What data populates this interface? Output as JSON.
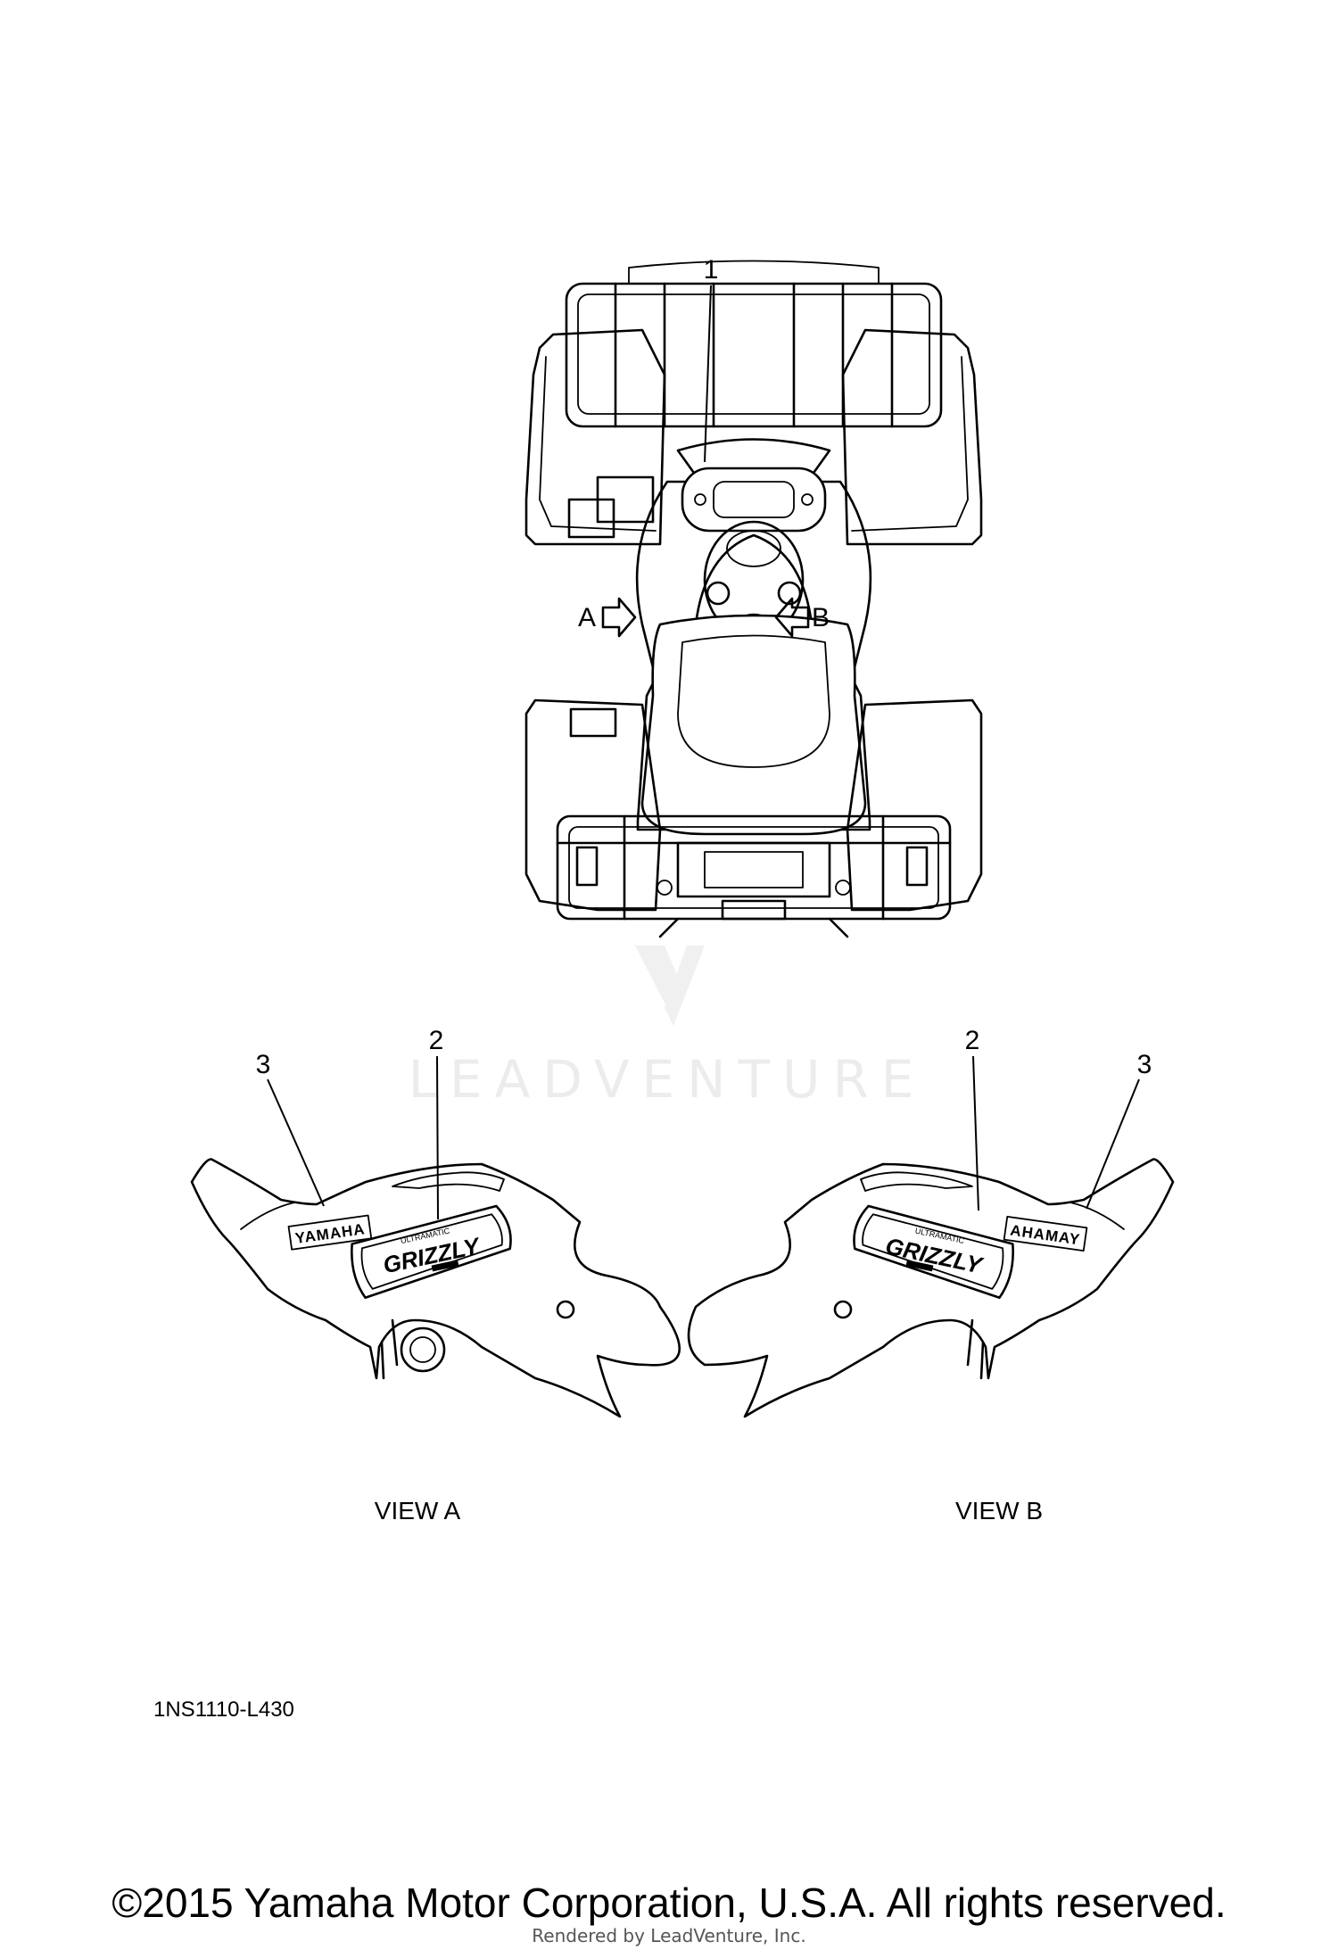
{
  "callouts": {
    "c1": "1",
    "c2_left": "2",
    "c3_left": "3",
    "c2_right": "2",
    "c3_right": "3"
  },
  "arrows": {
    "a": "A",
    "b": "B"
  },
  "views": {
    "view_a": "VIEW A",
    "view_b": "VIEW B"
  },
  "decals": {
    "brand_left": "YAMAHA",
    "brand_right": "AHAMAY",
    "model_script": "GRIZZLY",
    "model_top": "ULTRAMATIC"
  },
  "watermark": "LEADVENTURE",
  "part_code": "1NS1110-L430",
  "copyright": "©2015 Yamaha Motor Corporation, U.S.A. All rights reserved.",
  "rendered_by": "Rendered by LeadVenture, Inc."
}
